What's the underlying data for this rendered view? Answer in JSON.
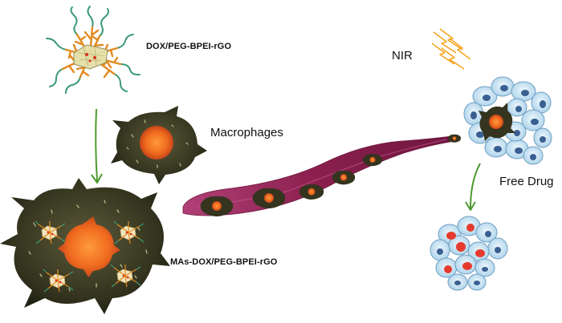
{
  "labels": {
    "nanocomplex": "DOX/PEG-BPEI-rGO",
    "macrophages": "Macrophages",
    "loaded_macrophage": "MAs-DOX/PEG-BPEI-rGO",
    "nir": "NIR",
    "free_drug": "Free Drug"
  },
  "colors": {
    "macrophage_body": "#34341f",
    "nucleus": "#ef6a1e",
    "vessel": "#8a1f4e",
    "peg_chain": "#3b9a78",
    "bpei_branch": "#e38a1f",
    "tumor_cell": "#c9e2f2",
    "tumor_nucleus": "#3a5f92",
    "released_drug": "#e53b2e",
    "arrow": "#4f9a2f",
    "nir_beam": "#f5a623"
  }
}
